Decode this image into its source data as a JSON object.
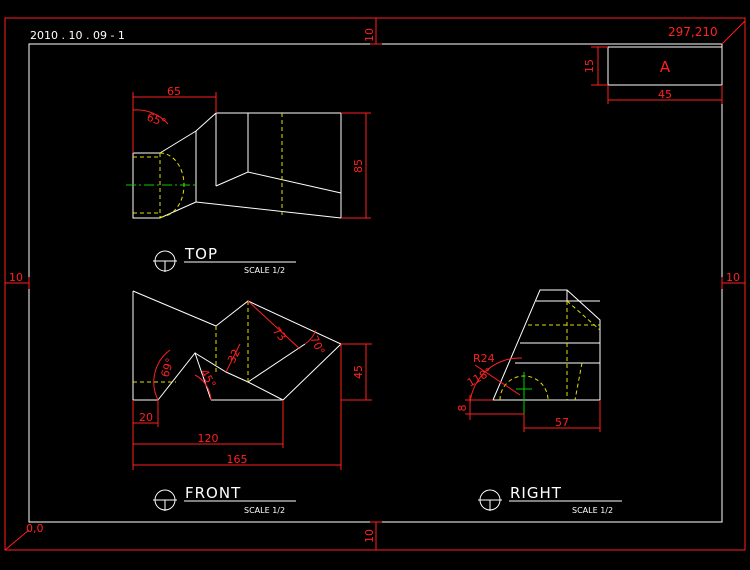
{
  "header": {
    "date_code": "2010 . 10 . 09  - 1",
    "sheet_size": "297,210",
    "origin": "0,0"
  },
  "margins": {
    "top": "10",
    "bottom": "10",
    "left": "10",
    "right": "10"
  },
  "title_block": {
    "letter": "A",
    "height_dim": "15",
    "width_dim": "45"
  },
  "views": {
    "top": {
      "title": "TOP",
      "scale": "SCALE 1/2"
    },
    "front": {
      "title": "FRONT",
      "scale": "SCALE 1/2"
    },
    "right": {
      "title": "RIGHT",
      "scale": "SCALE 1/2"
    }
  },
  "dims": {
    "top": {
      "width": "65",
      "angle": "65°",
      "height": "85"
    },
    "front": {
      "d20": "20",
      "d120": "120",
      "d165": "165",
      "d45": "45",
      "d69": "69°",
      "d45a": "45°",
      "d32": "32",
      "d73": "73",
      "d70": "70°"
    },
    "right": {
      "radius": "R24",
      "angle": "118°",
      "d57": "57",
      "d8": "8"
    }
  },
  "colors": {
    "background": "#000000",
    "geometry": "#ffffff",
    "dimension": "#ff2020",
    "hidden": "#e0e000",
    "center": "#00d000"
  }
}
